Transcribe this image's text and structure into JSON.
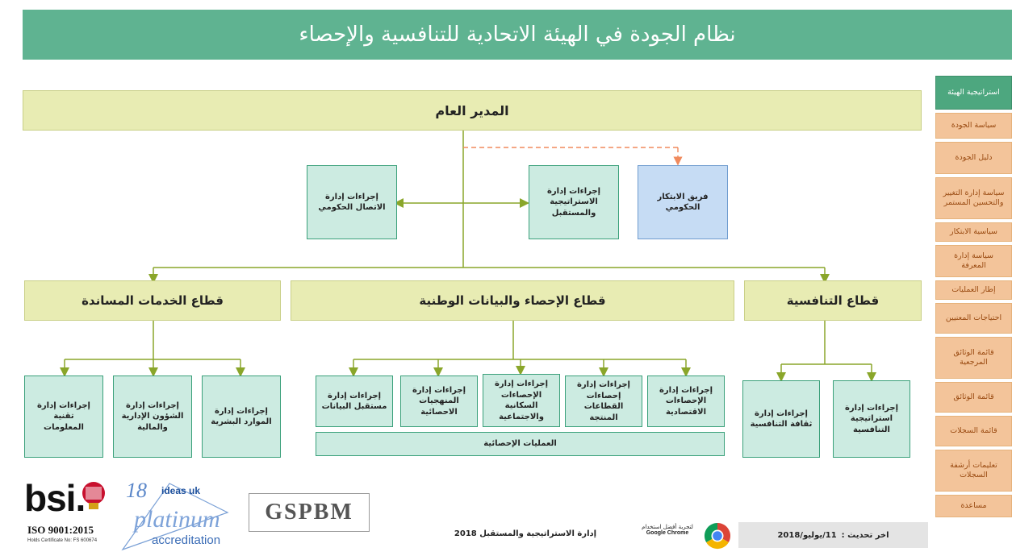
{
  "header": {
    "title": "نظام الجودة في الهيئة الاتحادية للتنافسية والإحصاء"
  },
  "org": {
    "director": "المدير العام",
    "comm_procedures": "إجراءات إدارة\nالاتصال الحكومي",
    "strategy_procedures": "إجراءات إدارة\nالاستراتيجية\nوالمستقبل",
    "innovation_team": "فريق الابتكار\nالحكومي",
    "sector_support": "قطاع الخدمات المساندة",
    "sector_statistics": "قطاع الإحصاء والبيانات الوطنية",
    "sector_competitiveness": "قطاع التنافسية",
    "support_units": [
      "إجراءات إدارة تقنية\nالمعلومات",
      "إجراءات إدارة\nالشؤون الإدارية\nوالمالية",
      "إجراءات إدارة\nالموارد البشرية"
    ],
    "statistics_units": [
      "إجراءات إدارة\nمستقبل البيانات",
      "إجراءات إدارة\nالمنهجيات\nالاحصائية",
      "إجراءات إدارة\nالإحصاءات\nالسكانية\nوالاجتماعية",
      "إجراءات إدارة\nإحصاءات\nالقطاعات المنتجة",
      "إجراءات إدارة\nالإحصاءات\nالاقتصادية"
    ],
    "statistical_operations": "العمليات الإحصائية",
    "competitiveness_units": [
      "إجراءات إدارة\nثقافة التنافسية",
      "إجراءات إدارة\nاستراتيجية\nالتنافسية"
    ]
  },
  "sidebar": {
    "items": [
      {
        "label": "استراتيجية الهيئة"
      },
      {
        "label": "سياسة الجودة"
      },
      {
        "label": "دليل الجودة"
      },
      {
        "label": "سياسة إدارة التغيير\nوالتحسين المستمر"
      },
      {
        "label": "سياسية الابتكار"
      },
      {
        "label": "سياسة إدارة\nالمعرفة"
      },
      {
        "label": "إطار العمليات"
      },
      {
        "label": "احتياجات المعنيين"
      },
      {
        "label": "قائمة الوثائق\nالمرجعية"
      },
      {
        "label": "قائمة الوثائق"
      },
      {
        "label": "قائمة السجلات"
      },
      {
        "label": "تعليمات أرشفة\nالسجلات"
      },
      {
        "label": "مساعدة"
      }
    ]
  },
  "footer": {
    "bsi": "bsi.",
    "iso": "ISO 9001:2015",
    "certificate": "Holds Certificate No: FS 600674",
    "ideas_num": "18",
    "ideas_brand": "ideas uk",
    "platinum": "platinum",
    "accreditation": "accreditation",
    "gspbm": "GSPBM",
    "department": "إدارة الاستراتيجية والمستقبل 2018",
    "chrome_line1": "لتجربة أفضل استخدام",
    "chrome_line2": "Google Chrome",
    "update_label": "اخر تحديث :",
    "update_date": "11/يوليو/2018"
  },
  "colors": {
    "header": "#5fb391",
    "band": "#e8ecb3",
    "box": "#ccebe1",
    "box_blue": "#c6dcf4",
    "sidebar": "#f3c49a",
    "sidebar_active": "#4da77f",
    "connector": "#8aa62a",
    "dashed": "#f08a5d"
  }
}
